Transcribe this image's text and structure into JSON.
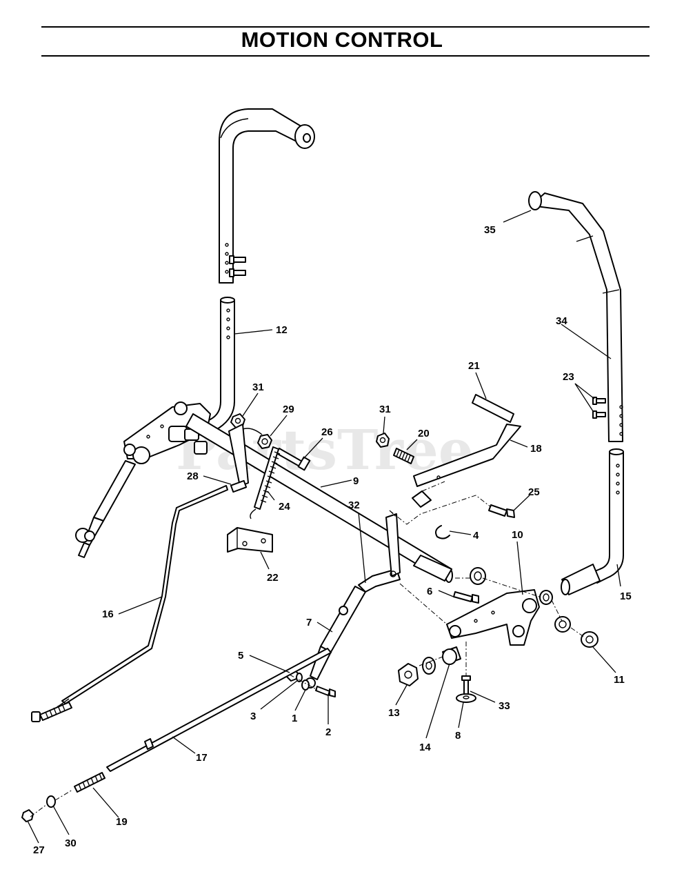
{
  "header": {
    "title": "MOTION CONTROL"
  },
  "watermark": "PartsTree",
  "callouts": {
    "c1": "1",
    "c2": "2",
    "c3": "3",
    "c4": "4",
    "c5": "5",
    "c6": "6",
    "c7": "7",
    "c8": "8",
    "c9": "9",
    "c10": "10",
    "c11": "11",
    "c12": "12",
    "c13": "13",
    "c14": "14",
    "c15": "15",
    "c16": "16",
    "c17": "17",
    "c18": "18",
    "c19": "19",
    "c20": "20",
    "c21": "21",
    "c22": "22",
    "c23": "23",
    "c24": "24",
    "c25": "25",
    "c26": "26",
    "c27": "27",
    "c28": "28",
    "c29": "29",
    "c30": "30",
    "c31a": "31",
    "c31b": "31",
    "c32": "32",
    "c33": "33",
    "c34": "34",
    "c35": "35"
  }
}
